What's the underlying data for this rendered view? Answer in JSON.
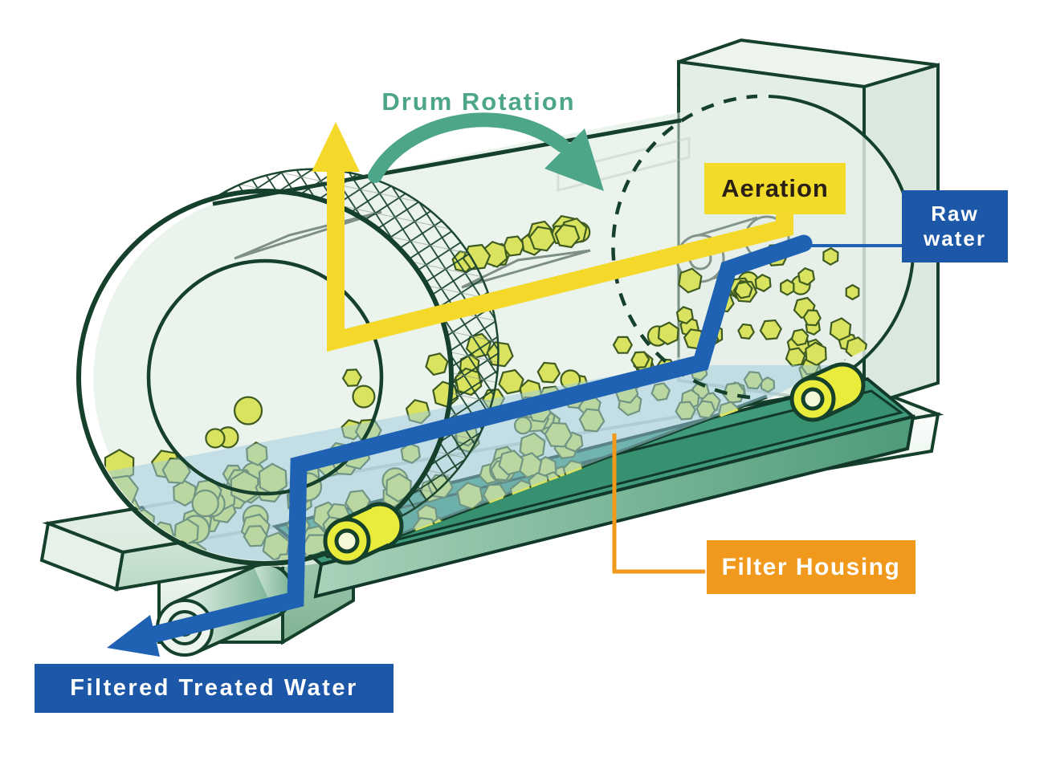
{
  "diagram": {
    "title": "Rotating drum filter diagram",
    "labels": {
      "drum_rotation": "Drum Rotation",
      "aeration": "Aeration",
      "raw_water_line1": "Raw",
      "raw_water_line2": "water",
      "filter_housing": "Filter Housing",
      "filtered_treated_water": "Filtered Treated Water"
    },
    "colors": {
      "teal_annotation": "#4DA689",
      "outline_dark_green": "#15402B",
      "drum_fill": "#E7F0E9",
      "mesh_line": "#1C4630",
      "media_hexagon_fill": "#DAE35F",
      "media_hexagon_stroke": "#3E5B22",
      "water_overlay": "#9FCBDF",
      "housing_teal_top": "#3F9B7B",
      "roller_yellow": "#E9EC3B",
      "pipe_yellow": "#F4D82A",
      "pipe_blue": "#1F62B4",
      "label_yellow_bg": "#F2DC29",
      "label_yellow_text": "#2B2013",
      "label_blue_bg": "#1C57A8",
      "label_orange_bg": "#F0991D",
      "label_light_text": "#FFFFFF"
    }
  }
}
